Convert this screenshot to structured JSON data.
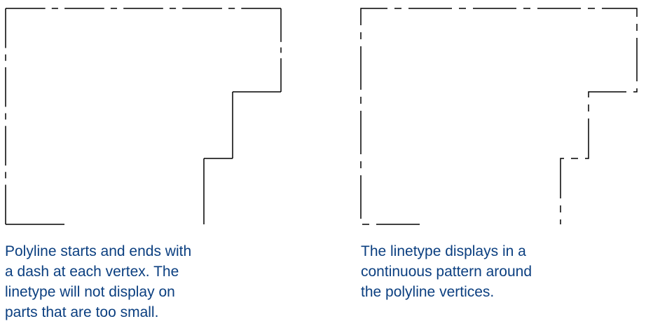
{
  "left_figure": {
    "caption_lines": [
      "Polyline starts and ends with",
      "a dash at each vertex. The",
      "linetype will not display on",
      "parts that are too small."
    ]
  },
  "right_figure": {
    "caption_lines": [
      "The linetype displays in a",
      "continuous pattern around",
      "the polyline vertices."
    ]
  },
  "colors": {
    "text": "#0b3f80",
    "line": "#000000"
  }
}
